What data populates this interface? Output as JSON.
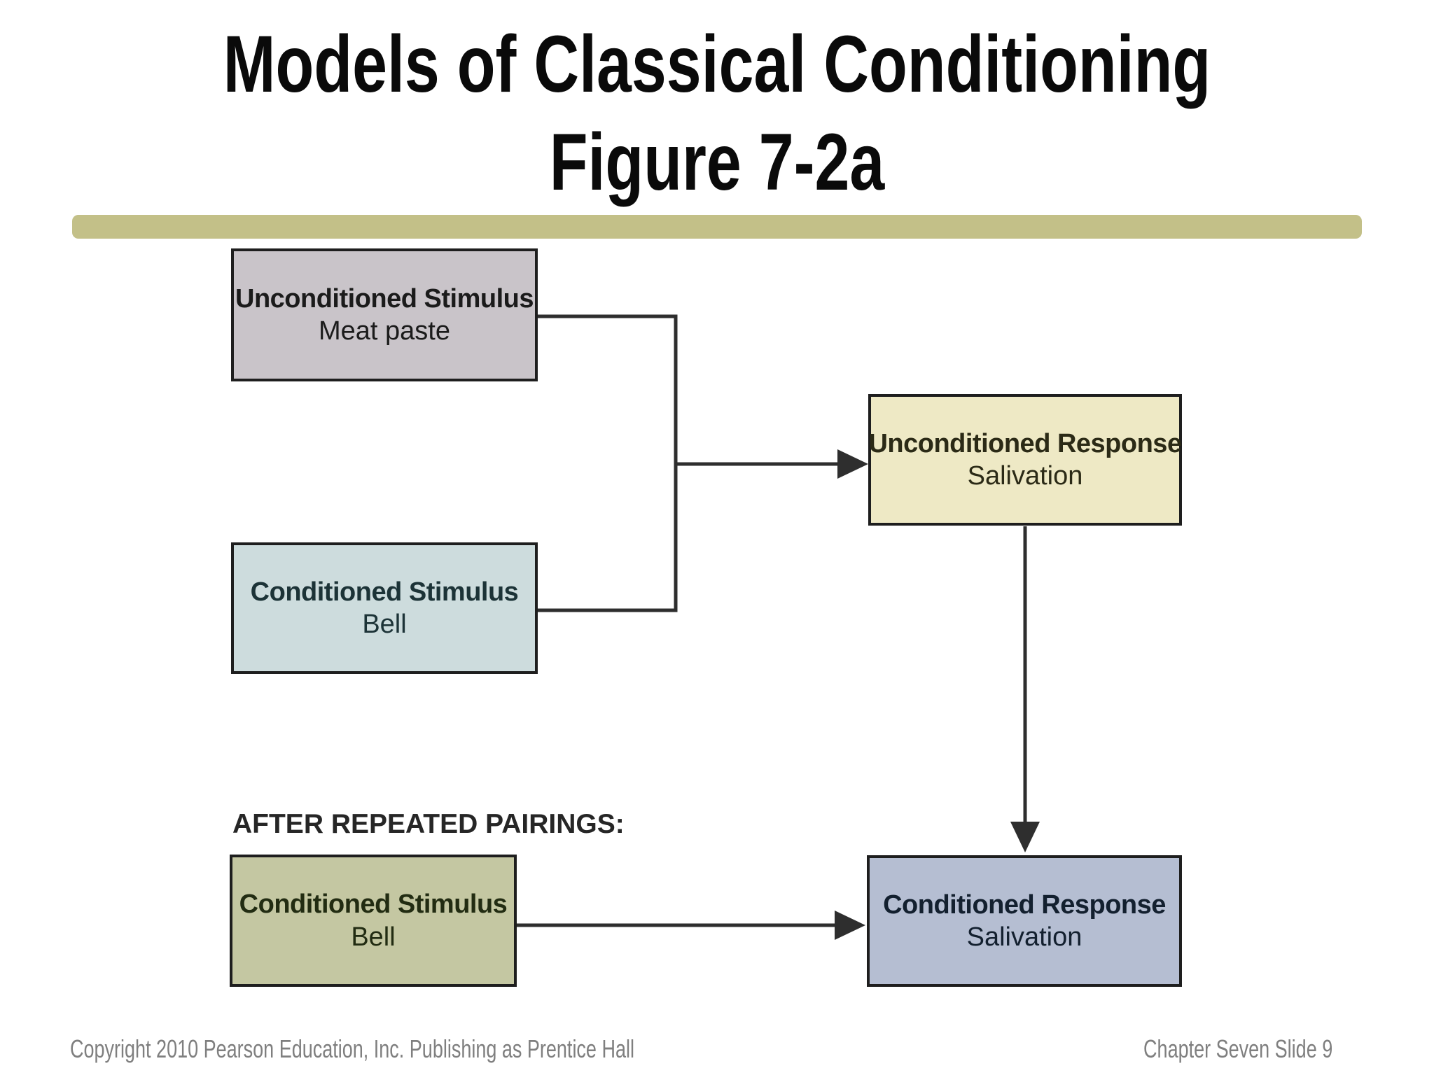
{
  "slide": {
    "title": {
      "line1": "Models of Classical Conditioning",
      "line2": "Figure 7-2a"
    },
    "section_label": "AFTER REPEATED PAIRINGS:",
    "boxes": {
      "unconditioned_stimulus": {
        "title": "Unconditioned Stimulus",
        "subtitle": "Meat paste"
      },
      "conditioned_stimulus": {
        "title": "Conditioned Stimulus",
        "subtitle": "Bell"
      },
      "unconditioned_response": {
        "title": "Unconditioned Response",
        "subtitle": "Salivation"
      },
      "conditioned_stimulus_after": {
        "title": "Conditioned Stimulus",
        "subtitle": "Bell"
      },
      "conditioned_response": {
        "title": "Conditioned Response",
        "subtitle": "Salivation"
      }
    },
    "footer": {
      "copyright": "Copyright 2010 Pearson Education, Inc. Publishing as Prentice Hall",
      "slide_label": "Chapter Seven Slide 9"
    },
    "colors": {
      "background": "#ffffff",
      "title_text": "#0a0a0a",
      "divider": "#c3c088",
      "us_fill": "#c9c4c9",
      "cs_fill": "#cddcdd",
      "ur_fill": "#eee9c5",
      "cs2_fill": "#c4c7a2",
      "cr_fill": "#b5bed2",
      "box_border": "#1e1e1e",
      "connector": "#2e2e2e",
      "label_text": "#262626",
      "footer_text": "#7f7f7f"
    }
  }
}
